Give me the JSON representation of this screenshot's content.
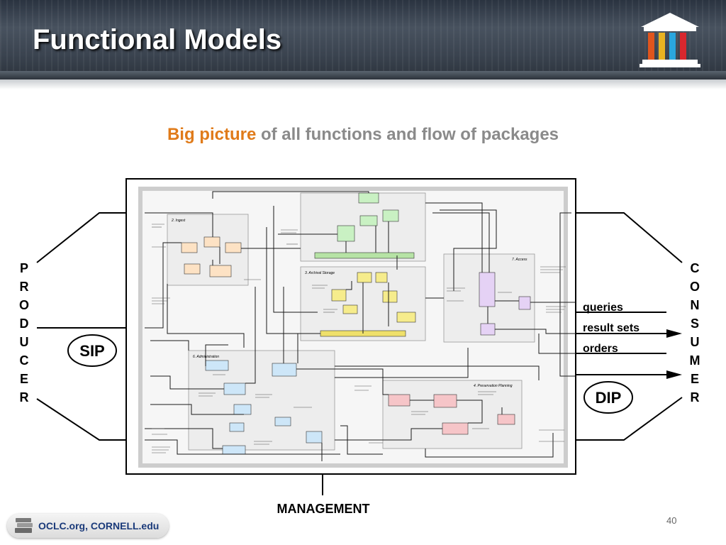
{
  "slide": {
    "title": "Functional Models",
    "subtitle_highlight": "Big picture",
    "subtitle_rest": " of all functions and flow of packages",
    "page_number": "40",
    "footer": "OCLC.org, CORNELL.edu"
  },
  "diagram": {
    "producer_letters": [
      "P",
      "R",
      "O",
      "D",
      "U",
      "C",
      "E",
      "R"
    ],
    "consumer_letters": [
      "C",
      "O",
      "N",
      "S",
      "U",
      "M",
      "E",
      "R"
    ],
    "sip_label": "SIP",
    "dip_label": "DIP",
    "management_label": "MANAGEMENT",
    "flow_labels": {
      "queries": "queries",
      "result_sets": "result sets",
      "orders": "orders"
    },
    "functional_areas": {
      "ingest": "2. Ingest",
      "archival_storage": "3. Archival Storage",
      "access": "7. Access",
      "administration": "6. Administration",
      "preservation_planning": "4. Preservation Planning"
    }
  },
  "colors": {
    "accent_orange": "#e07b1a",
    "subtitle_gray": "#8a8a8a",
    "footer_blue": "#1a3a7a"
  }
}
